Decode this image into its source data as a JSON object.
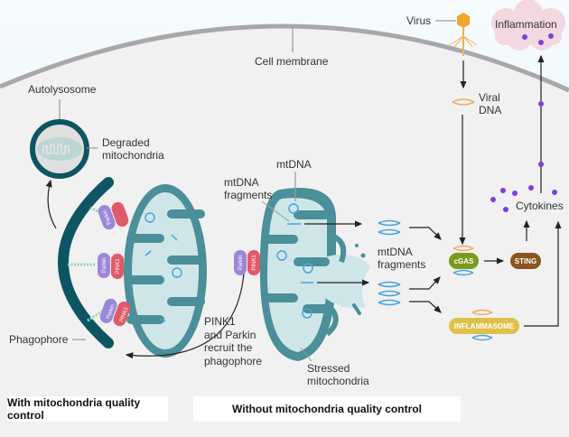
{
  "labels": {
    "cell_membrane": "Cell membrane",
    "virus": "Virus",
    "inflammation": "Inflammation",
    "viral_dna_1": "Viral",
    "viral_dna_2": "DNA",
    "autolysosome": "Autolysosome",
    "degraded_1": "Degraded",
    "degraded_2": "mitochondria",
    "mtdna": "mtDNA",
    "mtdna_fragments_top_1": "mtDNA",
    "mtdna_fragments_top_2": "fragments",
    "mtdna_fragments_right_1": "mtDNA",
    "mtdna_fragments_right_2": "fragments",
    "cytokines": "Cytokines",
    "phagophore": "Phagophore",
    "recruit_1": "PINK1",
    "recruit_2": "and Parkin",
    "recruit_3": "recruit the",
    "recruit_4": "phagophore",
    "stressed_1": "Stressed",
    "stressed_2": "mitochondria"
  },
  "proteins": {
    "parkin": "Parkin",
    "pink1": "PINK1",
    "cgas": "cGAS",
    "sting": "STING",
    "inflammasome": "INFLAMMASOME"
  },
  "footer": {
    "left": "With mitochondria quality control",
    "right": "Without mitochondria quality control"
  },
  "colors": {
    "mito_teal": "#4a8f99",
    "mito_inner": "#cfe6e8",
    "phagophore": "#0d5563",
    "parkin": "#9b87d8",
    "pink1": "#e05a6a",
    "cgas": "#7a9a1e",
    "sting": "#8a5520",
    "inflammasome": "#dfc04a",
    "cytokine": "#7a3fe0",
    "virus": "#f4a62a",
    "cloud": "#f4d8e0",
    "dna_blue": "#4aa3e0",
    "dna_orange": "#f4a85a"
  }
}
